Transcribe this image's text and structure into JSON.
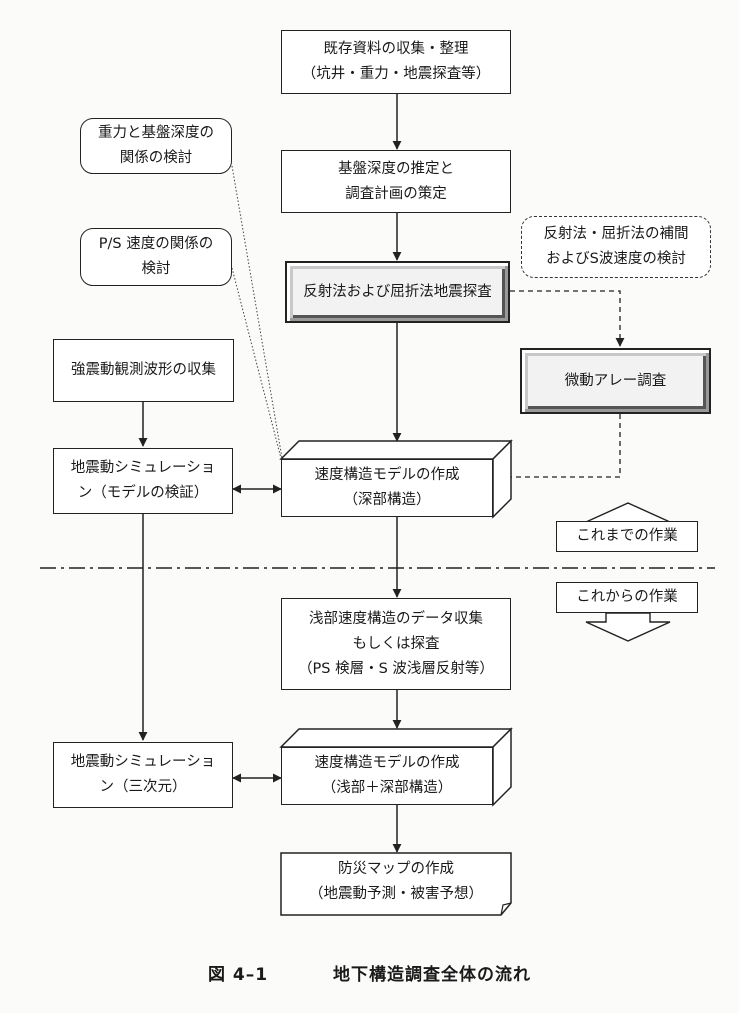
{
  "boxes": {
    "collect": [
      "既存資料の収集・整理",
      "（坑井・重力・地震探査等）"
    ],
    "gravity_relation": [
      "重力と基盤深度の",
      "関係の検討"
    ],
    "basement_estimate": [
      "基盤深度の推定と",
      "調査計画の策定"
    ],
    "ps_relation": [
      "P/S 速度の関係の",
      "検討"
    ],
    "reflection_survey": [
      "反射法および屈折法地震探査"
    ],
    "interpolation": [
      "反射法・屈折法の補間",
      "およびS波速度の検討"
    ],
    "strong_motion": [
      "強震動観測波形の収集"
    ],
    "microtremor": [
      "微動アレー調査"
    ],
    "sim_verify": [
      "地震動シミュレーショ",
      "ン（モデルの検証）"
    ],
    "velocity_deep": [
      "速度構造モデルの作成",
      "（深部構造）"
    ],
    "work_done": [
      "これまでの作業"
    ],
    "work_future": [
      "これからの作業"
    ],
    "shallow_data": [
      "浅部速度構造のデータ収集",
      "もしくは探査",
      "（PS 検層・S 波浅層反射等）"
    ],
    "sim_3d": [
      "地震動シミュレーショ",
      "ン（三次元）"
    ],
    "velocity_full": [
      "速度構造モデルの作成",
      "（浅部＋深部構造）"
    ],
    "hazard_map": [
      "防災マップの作成",
      "（地震動予測・被害予想）"
    ]
  },
  "caption": {
    "number": "図 4–1",
    "title": "地下構造調査全体の流れ"
  }
}
